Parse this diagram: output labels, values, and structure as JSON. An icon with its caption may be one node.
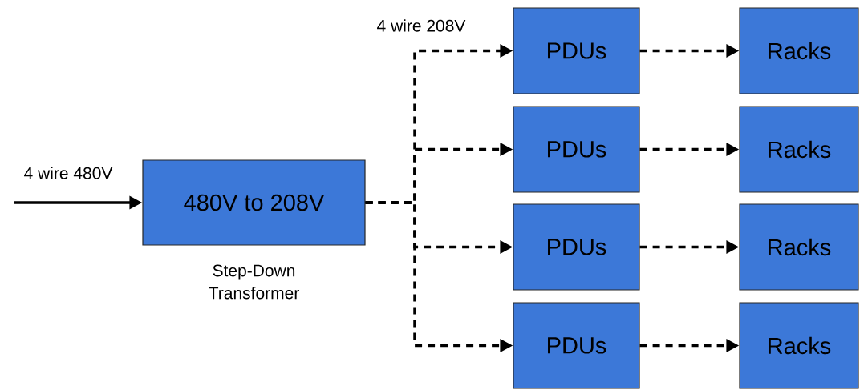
{
  "diagram": {
    "nodes": [
      {
        "text": [
          "480V to 208V"
        ],
        "beside": [
          "Step-Down Transformer"
        ]
      },
      {
        "text": [
          "PDUs"
        ]
      },
      {
        "text": [
          "PDUs"
        ]
      },
      {
        "text": [
          "PDUs"
        ]
      },
      {
        "text": [
          "PDUs"
        ]
      },
      {
        "text": [
          "Racks"
        ]
      },
      {
        "text": [
          "Racks"
        ]
      },
      {
        "text": [
          "Racks"
        ]
      },
      {
        "text": [
          "Racks"
        ]
      }
    ],
    "edges": [
      {
        "from": null,
        "to": 0,
        "arrow": "to",
        "label": "4 wire 480V"
      },
      {
        "from": 0,
        "to": 1,
        "arrow": "to",
        "style": "dashed",
        "label": "4 wire 208V"
      },
      {
        "from": 0,
        "to": 2,
        "arrow": "to",
        "style": "dashed"
      },
      {
        "from": 0,
        "to": 3,
        "arrow": "to",
        "style": "dashed"
      },
      {
        "from": 0,
        "to": 4,
        "arrow": "to",
        "style": "dashed"
      },
      {
        "from": 1,
        "to": 5,
        "arrow": "to",
        "style": "dashed"
      },
      {
        "from": 2,
        "to": 6,
        "arrow": "to",
        "style": "dashed"
      },
      {
        "from": 3,
        "to": 7,
        "arrow": "to",
        "style": "dashed"
      },
      {
        "from": 4,
        "to": 8,
        "arrow": "to",
        "style": "dashed"
      }
    ]
  }
}
